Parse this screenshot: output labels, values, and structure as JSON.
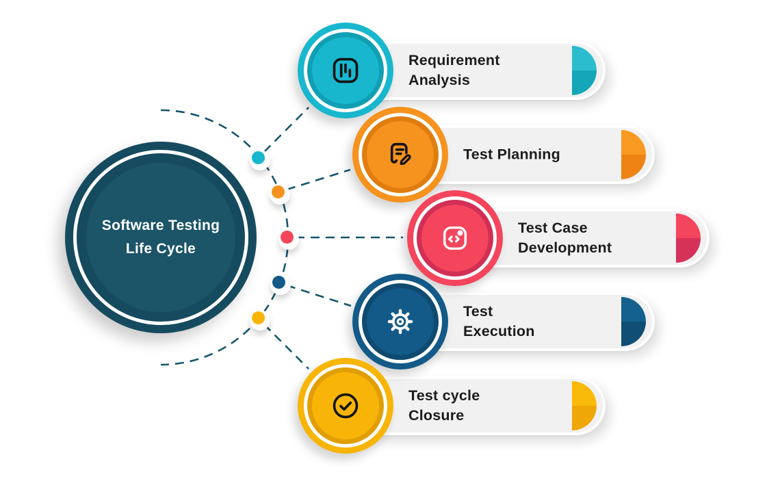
{
  "title_circle": {
    "line1": "Software Testing",
    "line2": "Life Cycle",
    "color": "#164b5f",
    "inner_color": "#1c5468",
    "text_color": "#ffffff"
  },
  "connector_color": "#14566e",
  "stages": [
    {
      "name": "requirement-analysis",
      "label": "Requirement Analysis",
      "line1": "Requirement",
      "line2": "Analysis",
      "icon": "bar-chart-icon",
      "icon_color": "#141414",
      "color": "#18b7cd",
      "color_dark": "#119fb4",
      "cap_top": "#2bbccd",
      "cap_bottom": "#16a6b9"
    },
    {
      "name": "test-planning",
      "label": "Test Planning",
      "line1": "Test Planning",
      "line2": "",
      "icon": "note-edit-icon",
      "icon_color": "#141414",
      "color": "#f6921e",
      "color_dark": "#e07d10",
      "cap_top": "#f89a21",
      "cap_bottom": "#ee8314"
    },
    {
      "name": "test-case-development",
      "label": "Test Case Development",
      "line1": "Test Case",
      "line2": "Development",
      "icon": "code-file-icon",
      "icon_color": "#ffffff",
      "color": "#f4455c",
      "color_dark": "#d12f55",
      "cap_top": "#f4455f",
      "cap_bottom": "#d63158"
    },
    {
      "name": "test-execution",
      "label": "Test Execution",
      "line1": "Test",
      "line2": "Execution",
      "icon": "gear-icon",
      "icon_color": "#ffffff",
      "color": "#135a88",
      "color_dark": "#0f4a70",
      "cap_top": "#14618f",
      "cap_bottom": "#114e76"
    },
    {
      "name": "test-cycle-closure",
      "label": "Test cycle Closure",
      "line1": "Test cycle",
      "line2": "Closure",
      "icon": "check-circle-icon",
      "icon_color": "#141414",
      "color": "#f8b508",
      "color_dark": "#e19f07",
      "cap_top": "#f9ba09",
      "cap_bottom": "#efa707"
    }
  ]
}
